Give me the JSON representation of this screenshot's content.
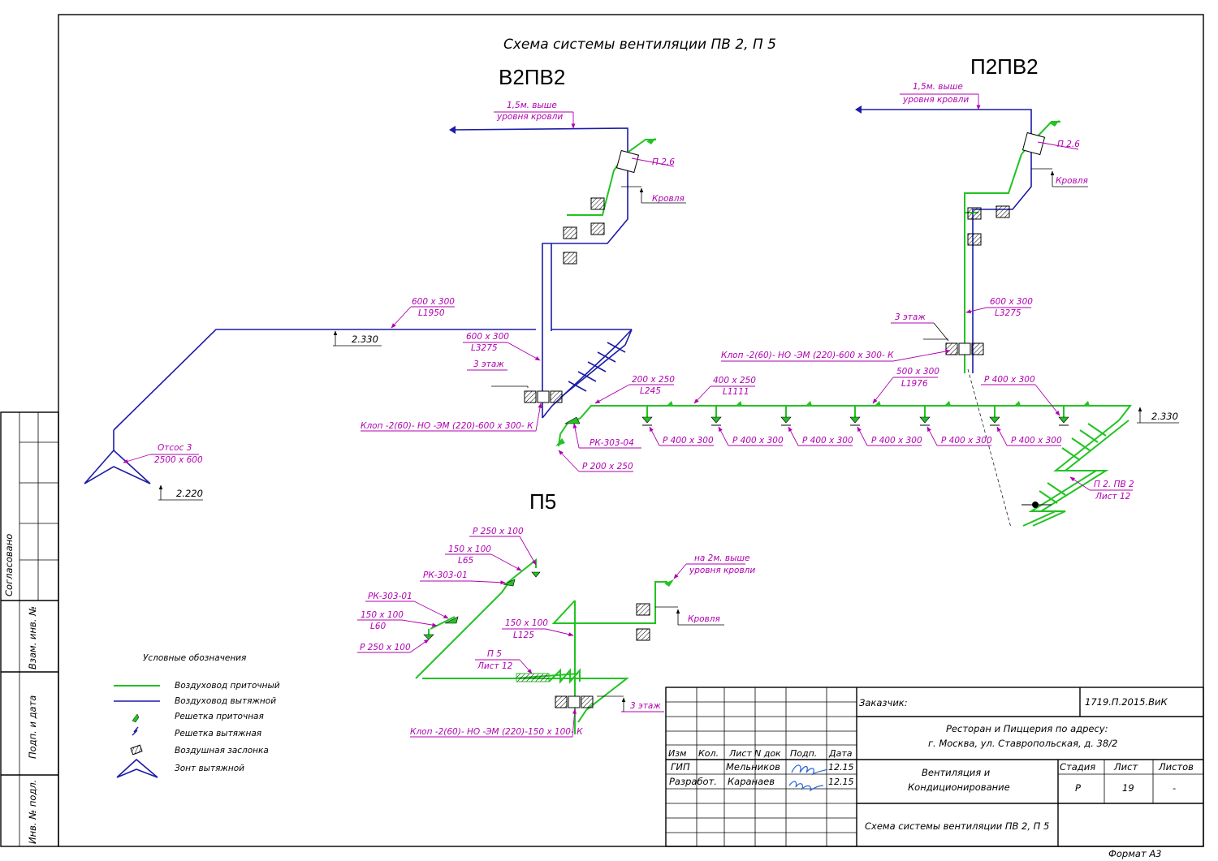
{
  "title": "Схема системы вентиляции ПВ 2,  П 5",
  "systems": {
    "b2pv2": "В2ПВ2",
    "p2pv2": "П2ПВ2",
    "p5": "П5"
  },
  "side": {
    "agreed": "Согласовано",
    "inv_replace": "Взам. инв. №",
    "sign_date": "Подп. и дата",
    "inv_orig": "Инв. № подл."
  },
  "legend": {
    "title": "Условные обозначения",
    "items": [
      "Воздуховод приточный",
      "Воздуховод вытяжной",
      "Решетка приточная",
      "Решетка вытяжная",
      "Воздушная заслонка",
      "Зонт вытяжной"
    ],
    "supply_color": "#22c322",
    "exhaust_color": "#1c1ca8"
  },
  "labels": {
    "above_roof_a": "1,5м. выше",
    "above_roof_b": "уровня кровли",
    "p26": "П 2.6",
    "roof": "Кровля",
    "duct_600_300": "600 х 300",
    "l1950": "L1950",
    "l3275": "L3275",
    "level_2330": "2.330",
    "level_2220": "2.220",
    "floor3": "3 этаж",
    "klop_600": "Клоп -2(60)- НО -ЭМ (220)-600 х 300- К",
    "klop_150": "Клоп -2(60)- НО -ЭМ (220)-150 х 100- К",
    "otsos_a": "Отсос  3",
    "otsos_b": "2500 х 600",
    "d200_250": "200 х 250",
    "l245": "L245",
    "d400_250": "400 х 250",
    "l1111": "L1111",
    "d500_300": "500 х 300",
    "l1976": "L1976",
    "r400_300": "Р 400 х 300",
    "rk30304": "РК-303-04",
    "r200_250": "Р 200 х 250",
    "p2pv2_ref_a": "П 2. ПВ 2",
    "sheet12": "Лист 12",
    "r250_100": "Р 250 х 100",
    "d150_100": "150 х 100",
    "l65": "L65",
    "rk30301": "РК-303-01",
    "l60": "L60",
    "l125": "L125",
    "p5_ref": "П 5",
    "above_roof_2m_a": "на 2м. выше",
    "above_roof_2m_b": "уровня кровли"
  },
  "stamp": {
    "customer_label": "Заказчик:",
    "code": "1719.П.2015.ВиК",
    "address_a": "Ресторан и Пиццерия по адресу:",
    "address_b": "г. Москва, ул. Ставропольская, д. 38/2",
    "h_izm": "Изм",
    "h_kol": "Кол.",
    "h_list": "Лист",
    "h_ndoc": "N док",
    "h_podp": "Подп.",
    "h_date": "Дата",
    "gip": "ГИП",
    "gip_name": "Мельников",
    "gip_date": "12.15",
    "dev": "Разработ.",
    "dev_name": "Каранаев",
    "dev_date": "12.15",
    "section_a": "Вентиляция и",
    "section_b": "Кондиционирование",
    "stage_h": "Стадия",
    "sheet_h": "Лист",
    "sheets_h": "Листов",
    "stage": "Р",
    "sheet": "19",
    "sheets": "-",
    "drawing_title": "Схема системы вентиляции ПВ 2,  П 5",
    "format": "Формат  А3"
  }
}
